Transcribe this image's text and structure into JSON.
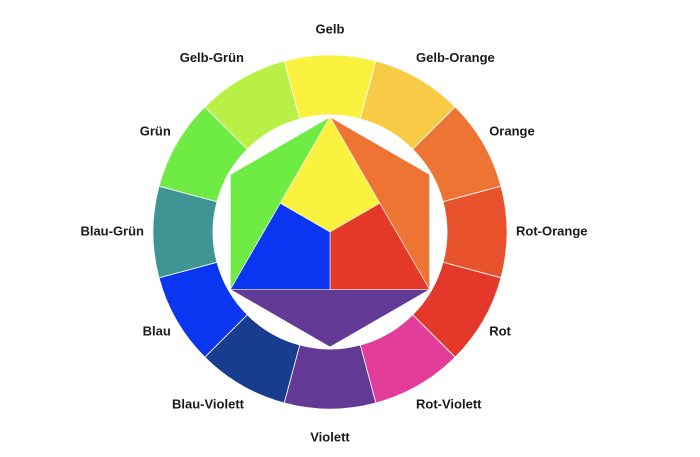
{
  "wheel": {
    "segments": [
      {
        "label": "Gelb",
        "color": "#FAF23E"
      },
      {
        "label": "Gelb-Orange",
        "color": "#F7CB46"
      },
      {
        "label": "Orange",
        "color": "#EE7434"
      },
      {
        "label": "Rot-Orange",
        "color": "#E8532E"
      },
      {
        "label": "Rot",
        "color": "#E3382A"
      },
      {
        "label": "Rot-Violett",
        "color": "#E33C9B"
      },
      {
        "label": "Violett",
        "color": "#623995"
      },
      {
        "label": "Blau-Violett",
        "color": "#183C8E"
      },
      {
        "label": "Blau",
        "color": "#0A35F1"
      },
      {
        "label": "Blau-Grün",
        "color": "#3E9593"
      },
      {
        "label": "Grün",
        "color": "#6FEC44"
      },
      {
        "label": "Gelb-Grün",
        "color": "#B8F046"
      }
    ],
    "inner": {
      "primary_yellow": "#FAF23E",
      "primary_red": "#E3382A",
      "primary_blue": "#0A35F1",
      "secondary_green": "#6FEC44",
      "secondary_orange": "#EE7434",
      "secondary_violet": "#623995"
    }
  }
}
